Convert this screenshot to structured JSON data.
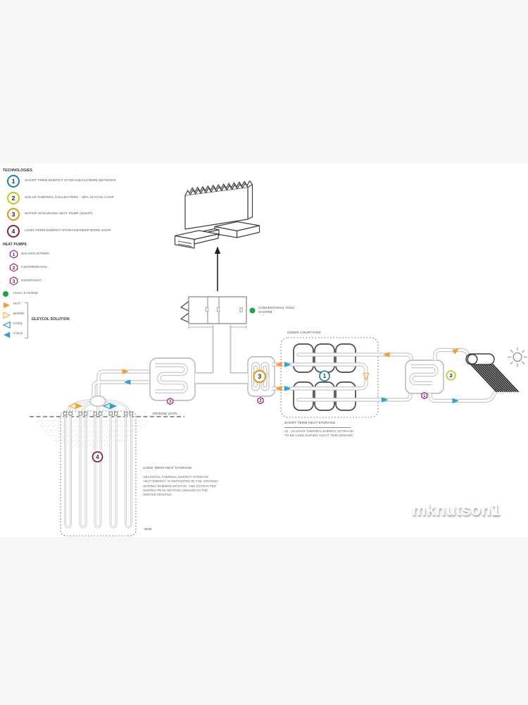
{
  "watermark": "mknutson1",
  "legend": {
    "technologies_title": "TECHNOLOGIES",
    "technologies": [
      {
        "num": "1",
        "label": "SHORT TERM ENERGY STORAGE/CISTERN NETWORK",
        "color": "#1a84ad"
      },
      {
        "num": "2",
        "label": "SOLAR THERMAL COLLECTORS - 30% GLYCOL LOOP",
        "color": "#bdc91e"
      },
      {
        "num": "3",
        "label": "WATER SHOURCED HEAT PUMP (WSHP)",
        "color": "#e8921c"
      },
      {
        "num": "4",
        "label": "LONG TERM ENERGY STORAGE/DEEP BORE GSHP",
        "color": "#8c2148"
      }
    ],
    "heat_pumps_title": "HEAT PUMPS",
    "heat_pumps": [
      {
        "num": "1",
        "label": "SOLAR/CISTERN"
      },
      {
        "num": "2",
        "label": "CISTERN/HVAC"
      },
      {
        "num": "3",
        "label": "GSHP/HVAC"
      }
    ],
    "hvac_label": "HVAC SYSTEM",
    "glycol_title": "GLEYCOL SOLUTION",
    "glycol_items": [
      {
        "label": "HOT"
      },
      {
        "label": "WARM"
      },
      {
        "label": "COOL"
      },
      {
        "label": "COLD"
      }
    ]
  },
  "diagram": {
    "conventional_hvac_label": "CONVENTIONAL HVAC SYSTEM",
    "under_courtyard_label": "UNDER COURTYARD",
    "short_term_title": "SHORT TERM HEAT STORAGE",
    "short_term_desc": "12 - 24 HOUR THERMAL ENERGY STORAGE\nTO BE USED DURING NIGHT TIME DEMAND",
    "ground_level_label": "GROUND LEVEL",
    "long_term_title": "LONG TERM HEAT STORAGE",
    "long_term_desc": "SEASONAL THERMAL ENERGY STORAGE\nHEAT ENERGY IS DEPOSITED IN THE GROUND\nDURING SUMMER MONTHS, AND EXTRACTED\nDURING PEAK HEATING DEMAND IN THE\nWINTER MONTHS.",
    "depth_label": "200M",
    "badges": {
      "cistern": "1",
      "solar_hx": "2",
      "wshp": "3",
      "borefield": "4"
    },
    "hp_badges": {
      "solar_cistern": "1",
      "cistern_hvac": "2",
      "gshp_hvac": "3"
    }
  },
  "colors": {
    "hot": "#f0a032",
    "cold": "#2da0d8",
    "hvac_green": "#1aa24d",
    "tech1": "#1a84ad",
    "tech2": "#bdc91e",
    "tech3": "#e8921c",
    "tech4": "#8c2148",
    "heat_pump": "#a3218c",
    "pipe_gray": "#c6c6c6"
  }
}
